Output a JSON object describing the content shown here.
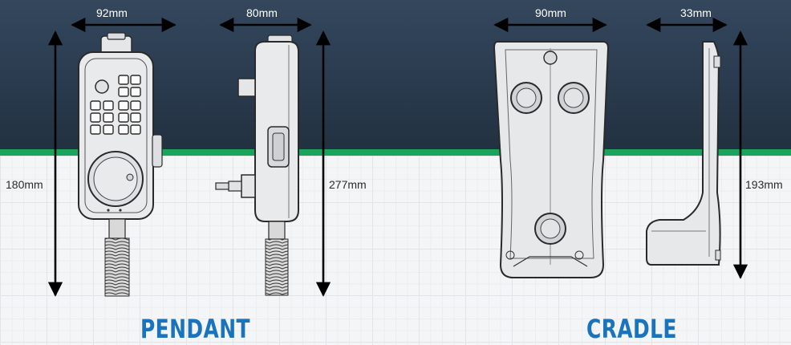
{
  "sections": [
    {
      "title": "PENDANT"
    },
    {
      "title": "CRADLE"
    }
  ],
  "dimensions": {
    "pendant_width": "92mm",
    "pendant_depth": "80mm",
    "pendant_height": "180mm",
    "pendant_total_height": "277mm",
    "cradle_width": "90mm",
    "cradle_depth": "33mm",
    "cradle_height": "193mm"
  },
  "colors": {
    "header_background": "#2a3b4f",
    "accent_green": "#1aa35a",
    "title_blue": "#1a73bd",
    "device_body": "#e9eaec",
    "device_outline": "#2a2a2a"
  }
}
